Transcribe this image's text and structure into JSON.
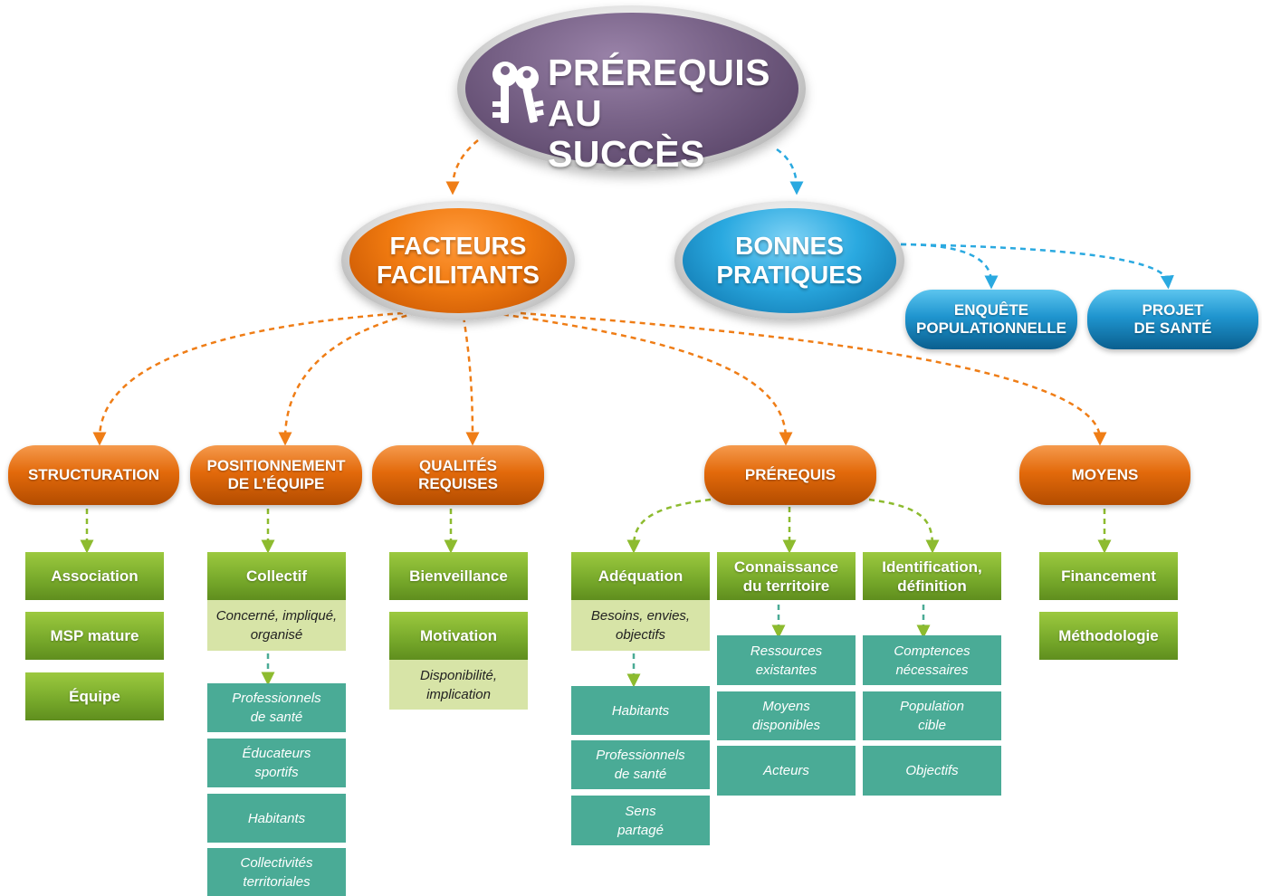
{
  "root": {
    "line1": "PRÉREQUIS",
    "line2": "AU SUCCÈS",
    "icon": "keys-icon"
  },
  "facteurs": {
    "line1": "FACTEURS",
    "line2": "FACILITANTS"
  },
  "bonnes": {
    "line1": "BONNES",
    "line2": "PRATIQUES"
  },
  "enquete": {
    "line1": "ENQUÊTE",
    "line2": "POPULATIONNELLE"
  },
  "projet": {
    "line1": "PROJET",
    "line2": "DE SANTÉ"
  },
  "structuration": {
    "label": "STRUCTURATION",
    "items": [
      "Association",
      "MSP mature",
      "Équipe"
    ]
  },
  "positionnement": {
    "line1": "POSITIONNEMENT",
    "line2": "DE L’ÉQUIPE",
    "header": "Collectif",
    "sub1": "Concerné, impliqué,",
    "sub2": "organisé",
    "items": [
      {
        "l1": "Professionnels",
        "l2": "de santé"
      },
      {
        "l1": "Éducateurs",
        "l2": "sportifs"
      },
      {
        "l1": "Habitants",
        "l2": ""
      },
      {
        "l1": "Collectivités",
        "l2": "territoriales"
      }
    ]
  },
  "qualites": {
    "line1": "QUALITÉS",
    "line2": "REQUISES",
    "items": [
      "Bienveillance",
      "Motivation"
    ],
    "sub1": "Disponibilité,",
    "sub2": "implication"
  },
  "prerequis": {
    "label": "PRÉREQUIS",
    "adequation": {
      "header": "Adéquation",
      "sub1": "Besoins, envies,",
      "sub2": "objectifs",
      "items": [
        {
          "l1": "Habitants",
          "l2": ""
        },
        {
          "l1": "Professionnels",
          "l2": "de santé"
        },
        {
          "l1": "Sens",
          "l2": "partagé"
        }
      ]
    },
    "connaissance": {
      "h1": "Connaissance",
      "h2": "du territoire",
      "items": [
        {
          "l1": "Ressources",
          "l2": "existantes"
        },
        {
          "l1": "Moyens",
          "l2": "disponibles"
        },
        {
          "l1": "Acteurs",
          "l2": ""
        }
      ]
    },
    "identification": {
      "h1": "Identification,",
      "h2": "définition",
      "items": [
        {
          "l1": "Comptences",
          "l2": "nécessaires"
        },
        {
          "l1": "Population",
          "l2": "cible"
        },
        {
          "l1": "Objectifs",
          "l2": ""
        }
      ]
    }
  },
  "moyens": {
    "label": "MOYENS",
    "items": [
      "Financement",
      "Méthodologie"
    ]
  },
  "colors": {
    "orange": "#ef7d16",
    "blue": "#2aa9e0",
    "green": "#8dbb2f",
    "purple": "#6d5880",
    "teal": "#4aab96",
    "light_green": "#d7e4a7"
  }
}
